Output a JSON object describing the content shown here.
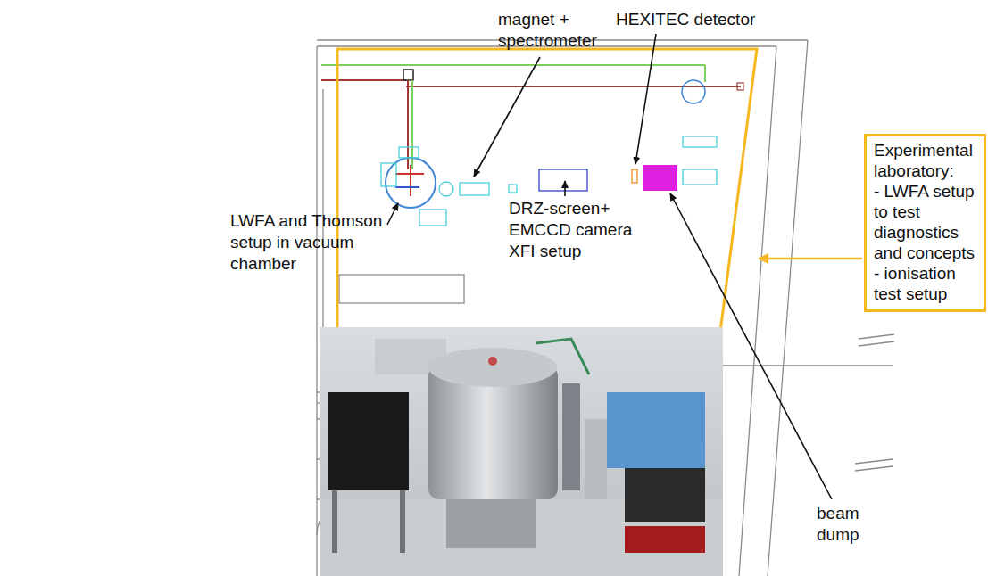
{
  "diagram": {
    "nodes": [
      {
        "text": [
          "Experimental laboratory:",
          "- LWFA setup to test diagnostics and concepts",
          "- ionisation test setup"
        ]
      }
    ],
    "labels": [
      "magnet + spectrometer",
      "HEXITEC detector",
      "LWFA and Thomson setup in vacuum chamber",
      "DRZ-screen+ EMCCD camera XFI setup",
      "beam dump"
    ]
  }
}
